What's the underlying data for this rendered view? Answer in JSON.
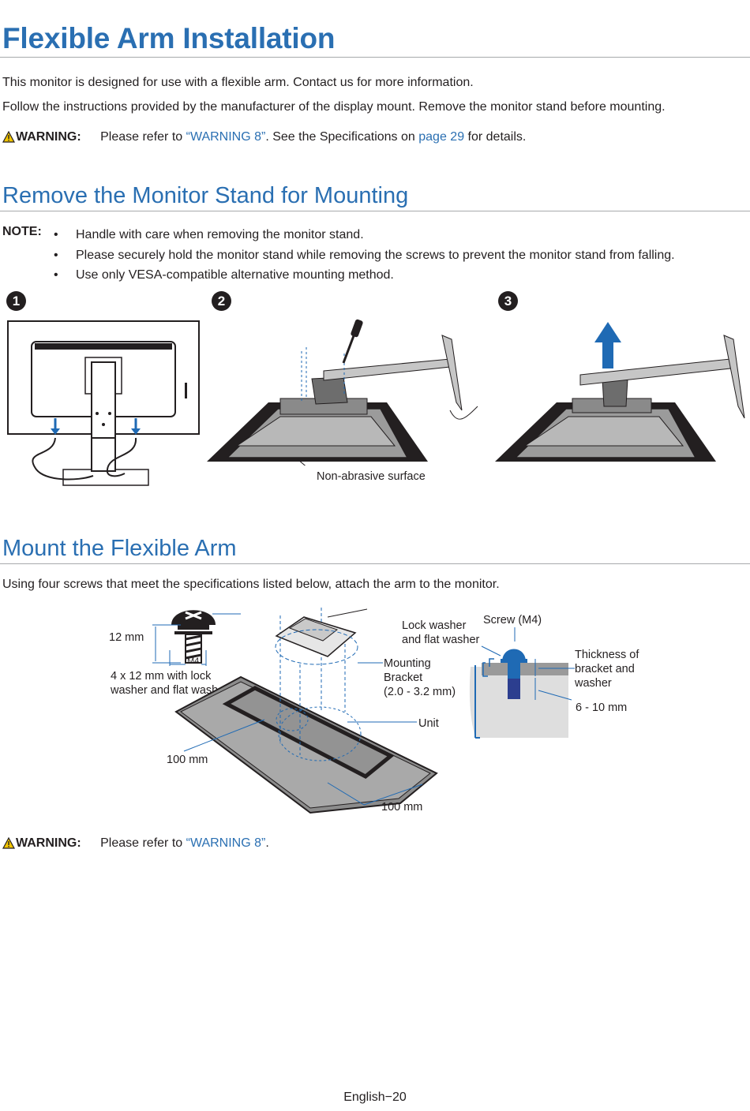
{
  "title": "Flexible Arm Installation",
  "intro": {
    "line1": "This monitor is designed for use with a flexible arm. Contact us for more information.",
    "line2": "Follow the instructions provided by the manufacturer of the display mount. Remove the monitor stand before mounting."
  },
  "warning1": {
    "label": "WARNING:",
    "pre": "Please refer to ",
    "link1": "“WARNING 8”",
    "mid": ". See the Specifications on ",
    "link2": "page 29",
    "post": " for details."
  },
  "section_remove": {
    "title": "Remove the Monitor Stand for Mounting",
    "note_label": "NOTE:",
    "bullet": "•",
    "notes": [
      "Handle with care when removing the monitor stand.",
      "Please securely hold the monitor stand while removing the screws to prevent the monitor stand from falling.",
      "Use only VESA-compatible alternative mounting method."
    ],
    "steps": [
      "1",
      "2",
      "3"
    ],
    "surface_label": "Non-abrasive surface"
  },
  "section_mount": {
    "title": "Mount the Flexible Arm",
    "desc": "Using four screws that meet the specifications listed below, attach the arm to the monitor.",
    "labels": {
      "screw_length": "12 mm",
      "screw_thread": "M4",
      "screw_desc_1": "4 x 12 mm with lock",
      "screw_desc_2": "washer and flat washer",
      "lock_washer_1": "Lock washer",
      "lock_washer_2": "and flat washer",
      "screw_m4": "Screw (M4)",
      "bracket_1": "Mounting",
      "bracket_2": "Bracket",
      "bracket_3": "(2.0 - 3.2 mm)",
      "unit": "Unit",
      "thickness_1": "Thickness of",
      "thickness_2": "bracket and",
      "thickness_3": "washer",
      "depth": "6 - 10 mm",
      "vesa_h": "100 mm",
      "vesa_v": "100 mm"
    }
  },
  "warning2": {
    "label": "WARNING:",
    "pre": "Please refer to ",
    "link": "“WARNING 8”",
    "post": "."
  },
  "footer": "English−20",
  "colors": {
    "heading": "#2a6fb2",
    "accent_blue": "#1f6ab4",
    "warning_yellow": "#f2c500"
  }
}
